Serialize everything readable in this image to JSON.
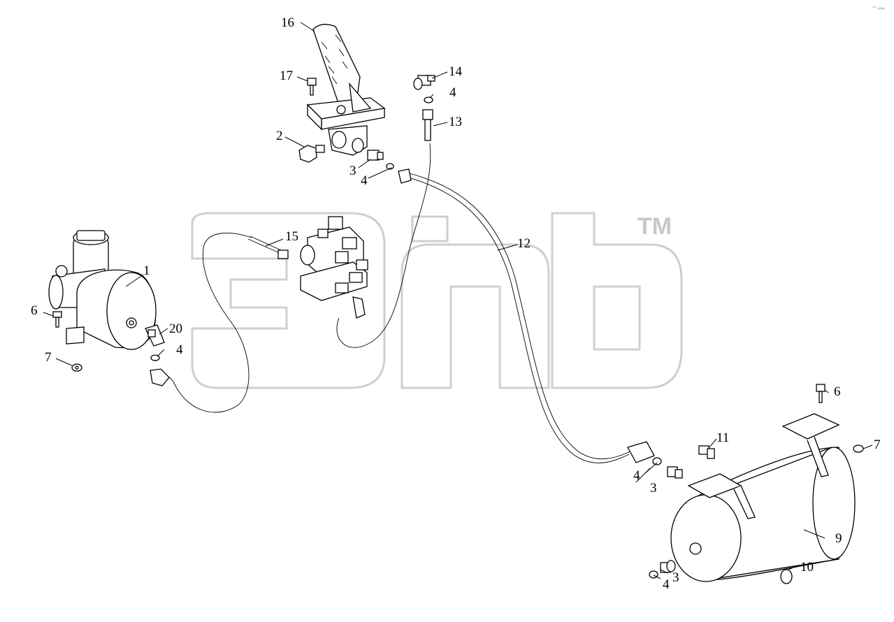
{
  "watermark": {
    "trademark": "TM"
  },
  "corner_mark": "°° ∞∞",
  "callouts": [
    {
      "id": "c1",
      "text": "1"
    },
    {
      "id": "c2",
      "text": "2"
    },
    {
      "id": "c3a",
      "text": "3"
    },
    {
      "id": "c3b",
      "text": "3"
    },
    {
      "id": "c3c",
      "text": "3"
    },
    {
      "id": "c4a",
      "text": "4"
    },
    {
      "id": "c4b",
      "text": "4"
    },
    {
      "id": "c4c",
      "text": "4"
    },
    {
      "id": "c4d",
      "text": "4"
    },
    {
      "id": "c4e",
      "text": "4"
    },
    {
      "id": "c6a",
      "text": "6"
    },
    {
      "id": "c6b",
      "text": "6"
    },
    {
      "id": "c7a",
      "text": "7"
    },
    {
      "id": "c7b",
      "text": "7"
    },
    {
      "id": "c9",
      "text": "9"
    },
    {
      "id": "c10",
      "text": "10"
    },
    {
      "id": "c11",
      "text": "11"
    },
    {
      "id": "c12",
      "text": "12"
    },
    {
      "id": "c13",
      "text": "13"
    },
    {
      "id": "c14",
      "text": "14"
    },
    {
      "id": "c15",
      "text": "15"
    },
    {
      "id": "c16",
      "text": "16"
    },
    {
      "id": "c17",
      "text": "17"
    },
    {
      "id": "c20",
      "text": "20"
    }
  ]
}
